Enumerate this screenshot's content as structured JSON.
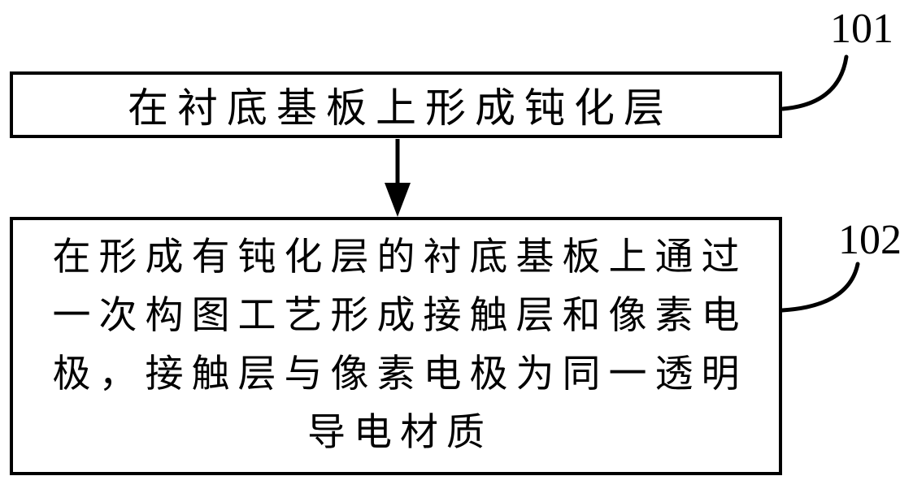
{
  "page": {
    "background_color": "#ffffff",
    "ink_color": "#000000"
  },
  "flowchart": {
    "steps": [
      {
        "ref_label": "101",
        "text": "在衬底基板上形成钝化层",
        "lines": [
          "在衬底基板上形成钝化层"
        ]
      },
      {
        "ref_label": "102",
        "text": "在形成有钝化层的衬底基板上通过一次构图工艺形成接触层和像素电极，接触层与像素电极为同一透明导电材质",
        "lines": [
          "在形成有钝化层的衬底基板上通过",
          "一次构图工艺形成接触层和像素电",
          "极，接触层与像素电极为同一透明",
          "导电材质"
        ]
      }
    ],
    "connector": {
      "type": "arrow-down",
      "from": "101",
      "to": "102"
    }
  }
}
